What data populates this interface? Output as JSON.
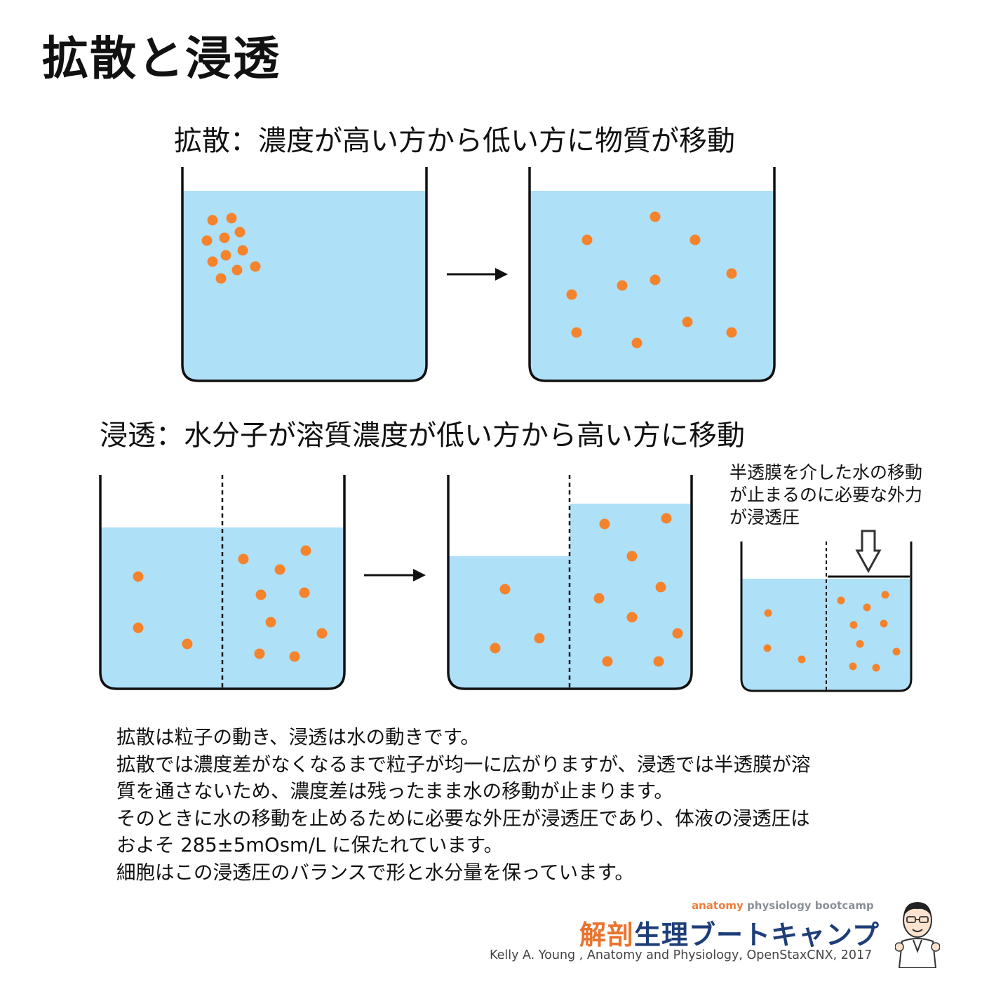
{
  "title": "拡散と浸透",
  "diffusion": {
    "heading": "拡散：濃度が高い方から低い方に物質が移動"
  },
  "osmosis": {
    "heading": "浸透：水分子が溶質濃度が低い方から高い方に移動",
    "pressure_note": [
      "半透膜を介した水の移動",
      "が止まるのに必要な外力",
      "が浸透圧"
    ]
  },
  "explanation": [
    "拡散は粒子の動き、浸透は水の動きです。",
    "拡散では濃度差がなくなるまで粒子が均一に広がりますが、浸透では半透膜が溶",
    "質を通さないため、濃度差は残ったまま水の移動が止まります。",
    "そのときに水の移動を止めるために必要な外圧が浸透圧であり、体液の浸透圧は",
    "およそ 285±5mOsm/L に保たれています。",
    "細胞はこの浸透圧のバランスで形と水分量を保っています。"
  ],
  "brand": {
    "tagline_1": "anatomy",
    "tagline_2": "physiology bootcamp",
    "name_1": "解剖",
    "name_2": "生理ブートキャンプ",
    "citation": "Kelly A. Young , Anatomy and Physiology, OpenStaxCNX, 2017"
  },
  "colors": {
    "water": "#aee0f8",
    "particle": "#f5832c",
    "outline": "#111111",
    "brand_orange": "#e8742e",
    "brand_navy": "#1e3e78"
  },
  "icons": [
    "right-arrow-icon",
    "down-arrow-icon",
    "mascot-icon"
  ]
}
